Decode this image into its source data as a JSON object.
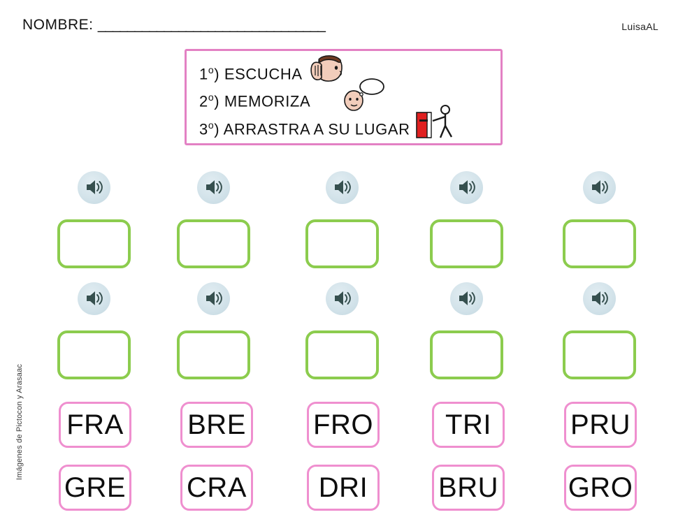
{
  "header": {
    "name_label": "NOMBRE:",
    "name_line": "_______________________________",
    "author": "LuisaAL"
  },
  "instructions": {
    "steps": [
      {
        "number": "1",
        "ordinal": "o",
        "text": ") ESCUCHA",
        "icon": "listening-ear-pictogram"
      },
      {
        "number": "2",
        "ordinal": "o",
        "text": ") MEMORIZA",
        "icon": "thinking-head-pictogram"
      },
      {
        "number": "3",
        "ordinal": "o",
        "text": ") ARRASTRA A SU LUGAR",
        "icon": "push-box-pictogram"
      }
    ]
  },
  "audio_rows": [
    {
      "row_index": 1,
      "cells": [
        {
          "speaker_icon": "speaker-icon",
          "dropzone": ""
        },
        {
          "speaker_icon": "speaker-icon",
          "dropzone": ""
        },
        {
          "speaker_icon": "speaker-icon",
          "dropzone": ""
        },
        {
          "speaker_icon": "speaker-icon",
          "dropzone": ""
        },
        {
          "speaker_icon": "speaker-icon",
          "dropzone": ""
        }
      ]
    },
    {
      "row_index": 2,
      "cells": [
        {
          "speaker_icon": "speaker-icon",
          "dropzone": ""
        },
        {
          "speaker_icon": "speaker-icon",
          "dropzone": ""
        },
        {
          "speaker_icon": "speaker-icon",
          "dropzone": ""
        },
        {
          "speaker_icon": "speaker-icon",
          "dropzone": ""
        },
        {
          "speaker_icon": "speaker-icon",
          "dropzone": ""
        }
      ]
    }
  ],
  "syllable_rows": [
    {
      "row_index": 1,
      "syllables": [
        "FRA",
        "BRE",
        "FRO",
        "TRI",
        "PRU"
      ]
    },
    {
      "row_index": 2,
      "syllables": [
        "GRE",
        "CRA",
        "DRI",
        "BRU",
        "GRO"
      ]
    }
  ],
  "credit": "Imágenes de Pictocon y Arasaac",
  "colors": {
    "pink_border": "#ef8fcf",
    "panel_border": "#e381c4",
    "green_border": "#8ccc4e",
    "speaker_circle": "#d3e3ea",
    "speaker_glyph": "#36504f",
    "red_box": "#e02020",
    "text": "#111111"
  }
}
